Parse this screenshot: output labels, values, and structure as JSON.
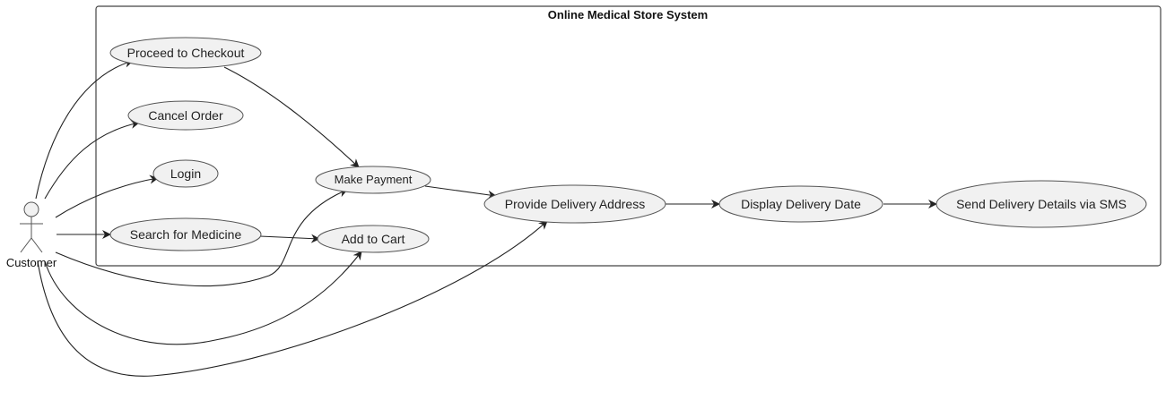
{
  "diagram": {
    "system_title": "Online Medical Store System",
    "actor": {
      "label": "Customer"
    },
    "use_cases": {
      "checkout": "Proceed to Checkout",
      "cancel": "Cancel Order",
      "login": "Login",
      "search": "Search for Medicine",
      "payment": "Make Payment",
      "cart": "Add to Cart",
      "address": "Provide Delivery Address",
      "date": "Display Delivery Date",
      "sms": "Send Delivery Details via SMS"
    },
    "relations": [
      [
        "Customer",
        "Proceed to Checkout"
      ],
      [
        "Customer",
        "Cancel Order"
      ],
      [
        "Customer",
        "Login"
      ],
      [
        "Customer",
        "Search for Medicine"
      ],
      [
        "Customer",
        "Make Payment"
      ],
      [
        "Customer",
        "Add to Cart"
      ],
      [
        "Customer",
        "Provide Delivery Address"
      ],
      [
        "Proceed to Checkout",
        "Make Payment"
      ],
      [
        "Search for Medicine",
        "Add to Cart"
      ],
      [
        "Make Payment",
        "Provide Delivery Address"
      ],
      [
        "Provide Delivery Address",
        "Display Delivery Date"
      ],
      [
        "Display Delivery Date",
        "Send Delivery Details via SMS"
      ]
    ],
    "colors": {
      "usecase_fill": "#f1f1f1",
      "line": "#222222"
    }
  }
}
